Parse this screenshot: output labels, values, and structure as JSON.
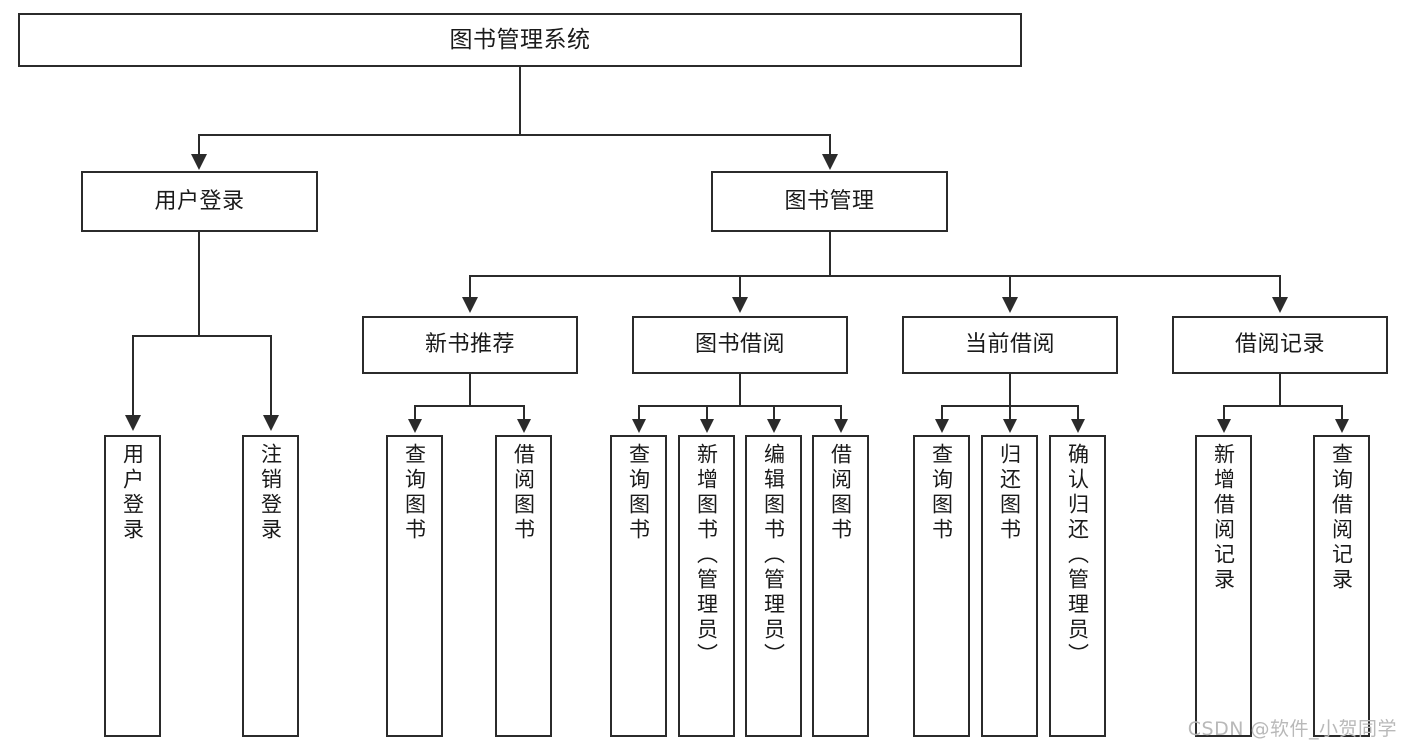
{
  "diagram": {
    "title": "图书管理系统",
    "type": "hierarchy-tree",
    "root": {
      "id": "root",
      "label": "图书管理系统"
    },
    "level2": [
      {
        "id": "user-login",
        "label": "用户登录"
      },
      {
        "id": "book-management",
        "label": "图书管理"
      }
    ],
    "level3": [
      {
        "id": "new-book-recommend",
        "label": "新书推荐"
      },
      {
        "id": "book-borrow",
        "label": "图书借阅"
      },
      {
        "id": "current-borrow",
        "label": "当前借阅"
      },
      {
        "id": "borrow-record",
        "label": "借阅记录"
      }
    ],
    "leaves": {
      "user_login": [
        {
          "id": "leaf-user-login",
          "label": "用户登录"
        },
        {
          "id": "leaf-logout-login",
          "label": "注销登录"
        }
      ],
      "new_book_recommend": [
        {
          "id": "leaf-query-book-1",
          "label": "查询图书"
        },
        {
          "id": "leaf-borrow-book-1",
          "label": "借阅图书"
        }
      ],
      "book_borrow": [
        {
          "id": "leaf-query-book-2",
          "label": "查询图书"
        },
        {
          "id": "leaf-add-book",
          "label": "新增图书（管理员）"
        },
        {
          "id": "leaf-edit-book",
          "label": "编辑图书（管理员）"
        },
        {
          "id": "leaf-borrow-book-2",
          "label": "借阅图书"
        }
      ],
      "current_borrow": [
        {
          "id": "leaf-query-book-3",
          "label": "查询图书"
        },
        {
          "id": "leaf-return-book",
          "label": "归还图书"
        },
        {
          "id": "leaf-confirm-return",
          "label": "确认归还（管理员）"
        }
      ],
      "borrow_record": [
        {
          "id": "leaf-add-record",
          "label": "新增借阅记录"
        },
        {
          "id": "leaf-query-record",
          "label": "查询借阅记录"
        }
      ]
    }
  },
  "watermark": {
    "text": "CSDN @软件_小贺同学"
  },
  "colors": {
    "stroke": "#2b2b2b",
    "fill": "#ffffff",
    "text": "#1a1a1a",
    "watermark": "#b9b9b9"
  }
}
